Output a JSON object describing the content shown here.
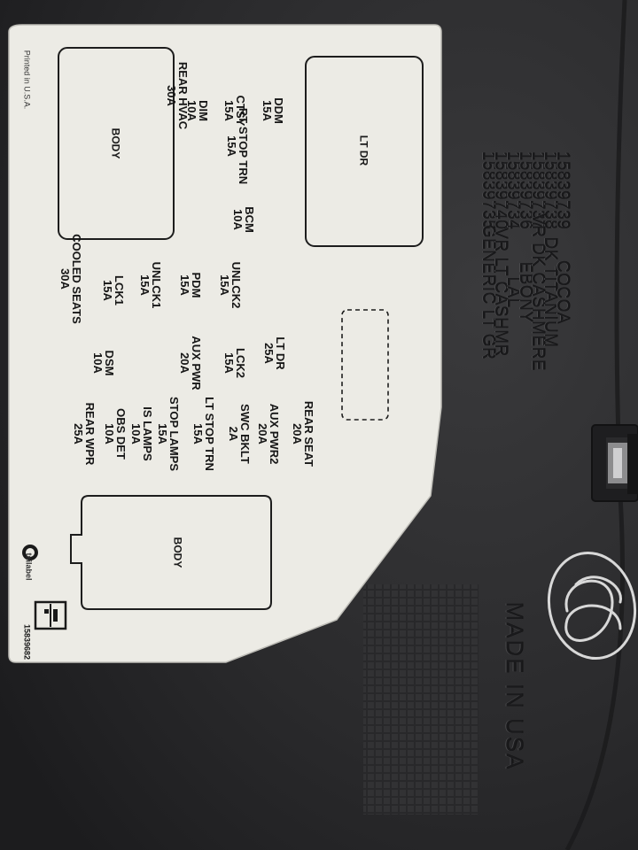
{
  "label": {
    "printed_in": "Printed in U.S.A.",
    "part_number": "15839682",
    "logo_text": "tsilabel",
    "boxes": {
      "lt_dr_box": "LT DR",
      "body_box_top": "BODY",
      "body_box_bottom": "BODY"
    },
    "fuses": [
      {
        "name": "DDM",
        "rating": "15A"
      },
      {
        "name": "CTSY",
        "rating": "15A"
      },
      {
        "name": "DIM",
        "rating": "10A"
      },
      {
        "name": "RT STOP TRN",
        "rating": "15A"
      },
      {
        "name": "BCM",
        "rating": "10A"
      },
      {
        "name": "REAR HVAC",
        "rating": "30A"
      },
      {
        "name": "UNLCK2",
        "rating": "15A"
      },
      {
        "name": "PDM",
        "rating": "15A"
      },
      {
        "name": "UNLCK1",
        "rating": "15A"
      },
      {
        "name": "LCK1",
        "rating": "15A"
      },
      {
        "name": "COOLED SEATS",
        "rating": "30A"
      },
      {
        "name": "LT DR",
        "rating": "25A"
      },
      {
        "name": "LCK2",
        "rating": "15A"
      },
      {
        "name": "AUX PWR",
        "rating": "20A"
      },
      {
        "name": "DSM",
        "rating": "10A"
      },
      {
        "name": "REAR SEAT",
        "rating": "20A"
      },
      {
        "name": "AUX PWR2",
        "rating": "20A"
      },
      {
        "name": "SWC BKLT",
        "rating": "2A"
      },
      {
        "name": "LT STOP TRN",
        "rating": "15A"
      },
      {
        "name": "STOP LAMPS",
        "rating": "15A"
      },
      {
        "name": "IS LAMPS",
        "rating": "10A"
      },
      {
        "name": "OBS DET",
        "rating": "10A"
      },
      {
        "name": "REAR WPR",
        "rating": "25A"
      }
    ]
  },
  "molded_text": {
    "codes": [
      "15839735",
      "15839740",
      "15839734",
      "15839736",
      "15839737",
      "15839738",
      "15839739"
    ],
    "colors": [
      "GENERIC LT GR",
      "VR LT CASHMR",
      "LAL",
      "EBONY",
      "VR DK CASHMERE",
      "DK TITANIUM",
      "COCOA"
    ],
    "made_in": "MADE IN USA"
  },
  "colors": {
    "cover_plastic": "#2b2b2d",
    "label_paper": "#ecebe5",
    "ink": "#161616",
    "marker": "#d8d8d8"
  }
}
